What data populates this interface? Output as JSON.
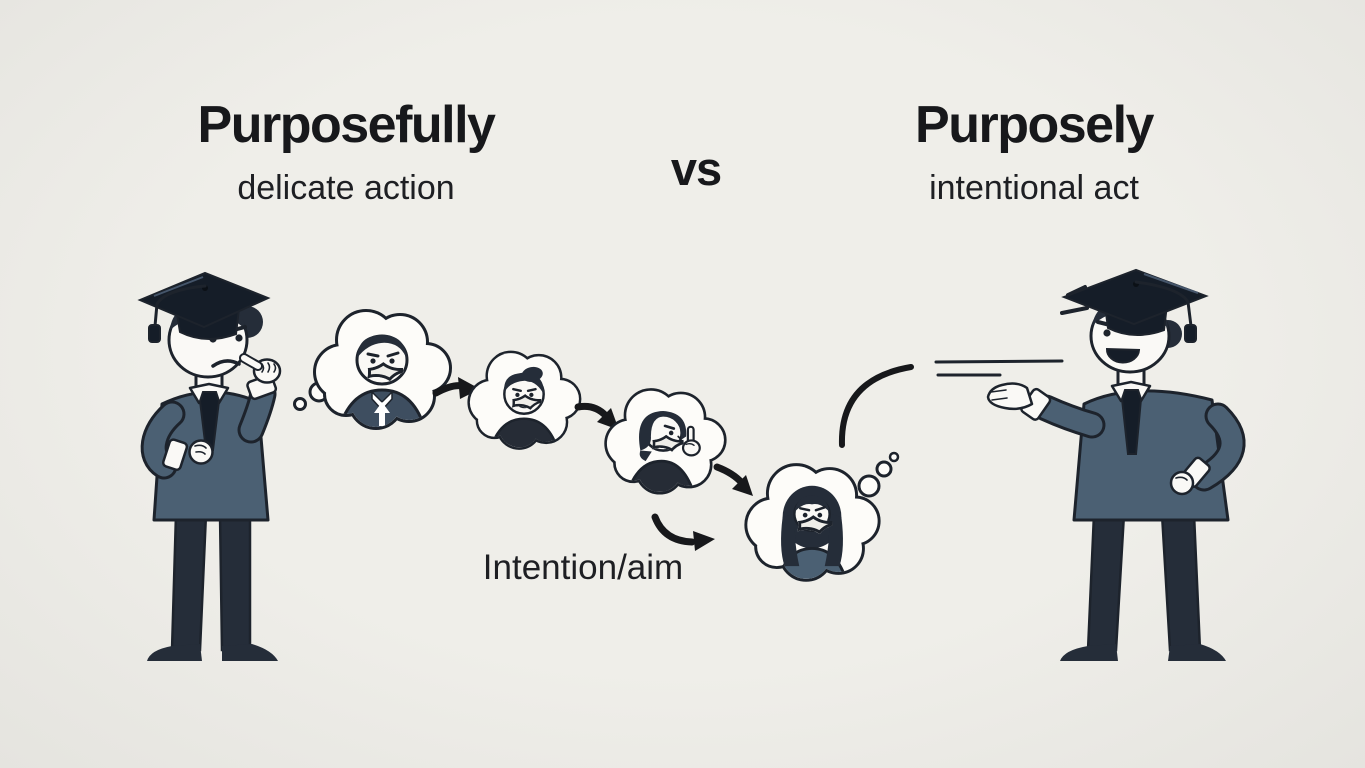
{
  "header": {
    "left": {
      "title": "Purposefully",
      "subtitle": "delicate action"
    },
    "vs": "vs",
    "right": {
      "title": "Purposely",
      "subtitle": "intentional act"
    }
  },
  "labels": {
    "intention": "Intention/aim"
  },
  "colors": {
    "bg": "#ECEBE6",
    "ink": "#17181B",
    "outline": "#1D232C",
    "sweater": "#4B6073",
    "dark": "#252D39",
    "cap": "#151D28",
    "paper": "#FAF9F6",
    "cloud": "#FDFCF9",
    "suit": "#3E4E60",
    "tee": "#262C36"
  },
  "scene": {
    "left_figure": "thinking-graduate-icon",
    "right_figure": "presenting-graduate-icon",
    "thought_sequence": [
      "man-in-suit-face",
      "young-man-face",
      "woman-pointing-face",
      "woman-long-hair-face"
    ]
  }
}
